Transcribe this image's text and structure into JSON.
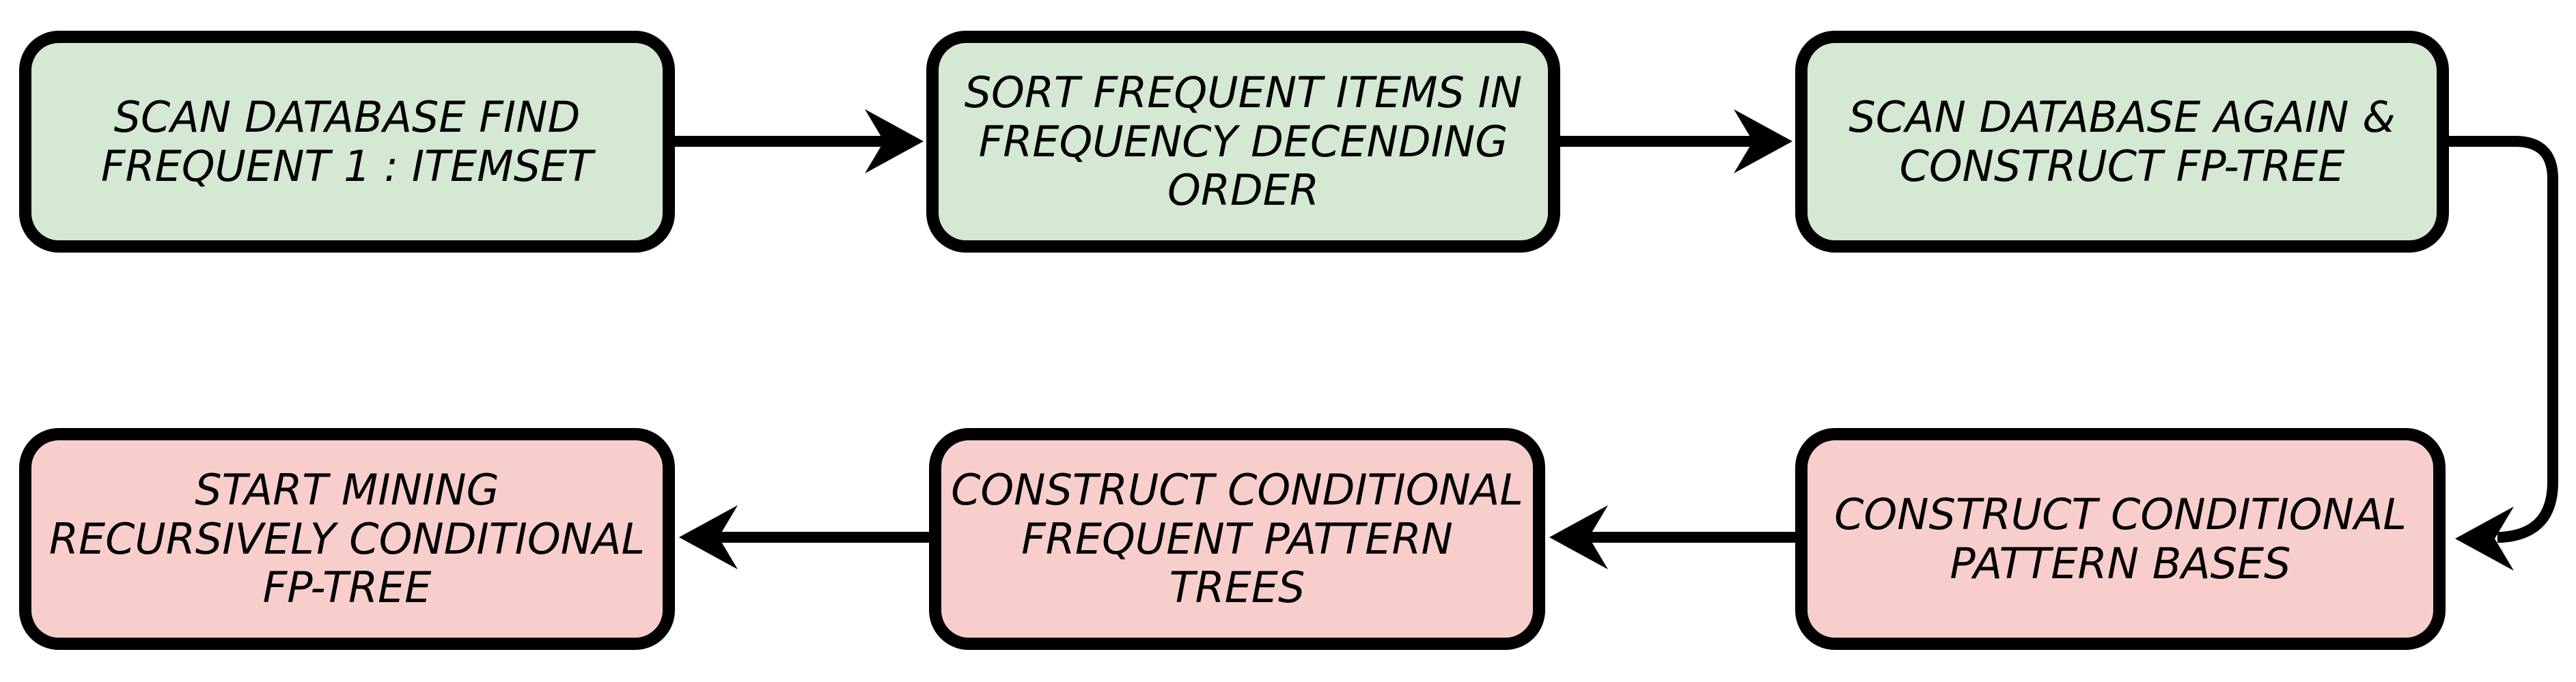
{
  "diagram": {
    "type": "flowchart",
    "description": "FP-Growth algorithm steps",
    "nodes": [
      {
        "id": "scan-database-find-frequent-1-itemset",
        "label": "SCAN DATABASE FIND\nFREQUENT 1 : ITEMSET",
        "fill": "#d5e8d4",
        "border_color": "#000000",
        "row": "top"
      },
      {
        "id": "sort-frequent-items-in-frequency-decending-order",
        "label": "SORT FREQUENT ITEMS IN\nFREQUENCY DECENDING\nORDER",
        "fill": "#d5e8d4",
        "border_color": "#000000",
        "row": "top"
      },
      {
        "id": "scan-database-again-construct-fp-tree",
        "label": "SCAN DATABASE AGAIN &\nCONSTRUCT FP-TREE",
        "fill": "#d5e8d4",
        "border_color": "#000000",
        "row": "top"
      },
      {
        "id": "start-mining-recursively-conditional-fp-tree",
        "label": "START MINING\nRECURSIVELY CONDITIONAL\nFP-TREE",
        "fill": "#f8cecc",
        "border_color": "#000000",
        "row": "bottom"
      },
      {
        "id": "construct-conditional-frequent-pattern-trees",
        "label": "CONSTRUCT CONDITIONAL\nFREQUENT PATTERN TREES",
        "fill": "#f8cecc",
        "border_color": "#000000",
        "row": "bottom"
      },
      {
        "id": "construct-conditional-pattern-bases",
        "label": "CONSTRUCT CONDITIONAL\nPATTERN BASES",
        "fill": "#f8cecc",
        "border_color": "#000000",
        "row": "bottom"
      }
    ],
    "edges": [
      {
        "from": "scan-database-find-frequent-1-itemset",
        "to": "sort-frequent-items-in-frequency-decending-order",
        "direction": "right"
      },
      {
        "from": "sort-frequent-items-in-frequency-decending-order",
        "to": "scan-database-again-construct-fp-tree",
        "direction": "right"
      },
      {
        "from": "scan-database-again-construct-fp-tree",
        "to": "construct-conditional-pattern-bases",
        "direction": "right-down-left"
      },
      {
        "from": "construct-conditional-pattern-bases",
        "to": "construct-conditional-frequent-pattern-trees",
        "direction": "left"
      },
      {
        "from": "construct-conditional-frequent-pattern-trees",
        "to": "start-mining-recursively-conditional-fp-tree",
        "direction": "left"
      }
    ],
    "colors": {
      "node_green": "#d5e8d4",
      "node_pink": "#f8cecc",
      "stroke": "#000000",
      "canvas_background": "#ffffff"
    }
  }
}
